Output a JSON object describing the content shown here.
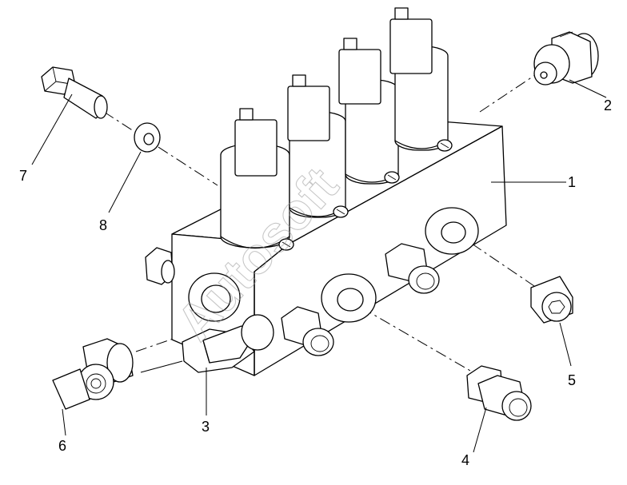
{
  "callouts": {
    "c1": "1",
    "c2": "2",
    "c3": "3",
    "c4": "4",
    "c5": "5",
    "c6": "6",
    "c7": "7",
    "c8": "8"
  },
  "watermark": "Autosoft"
}
